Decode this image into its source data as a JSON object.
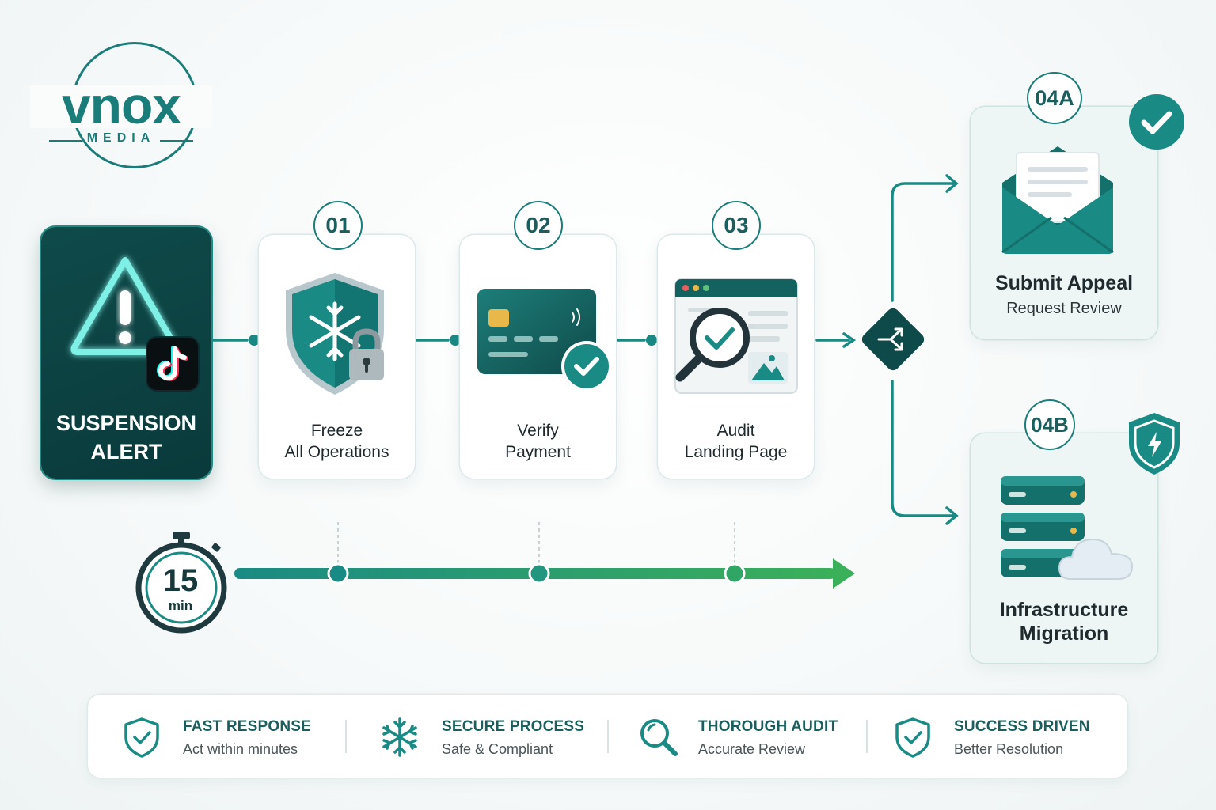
{
  "logo": {
    "name": "vnox",
    "sub": "MEDIA"
  },
  "alert": {
    "title_line1": "SUSPENSION",
    "title_line2": "ALERT"
  },
  "steps": [
    {
      "number": "01",
      "line1": "Freeze",
      "line2": "All Operations",
      "icon": "shield-snowflake-lock-icon"
    },
    {
      "number": "02",
      "line1": "Verify",
      "line2": "Payment",
      "icon": "credit-card-check-icon"
    },
    {
      "number": "03",
      "line1": "Audit",
      "line2": "Landing Page",
      "icon": "browser-magnifier-icon"
    }
  ],
  "outcomes": [
    {
      "number": "04A",
      "title": "Submit Appeal",
      "subtitle": "Request Review",
      "icon": "envelope-letter-icon"
    },
    {
      "number": "04B",
      "title_line1": "Infrastructure",
      "title_line2": "Migration",
      "icon": "server-cloud-icon"
    }
  ],
  "timer": {
    "value": "15",
    "unit": "min"
  },
  "features": [
    {
      "title": "FAST RESPONSE",
      "subtitle": "Act within minutes",
      "icon": "shield-check-icon"
    },
    {
      "title": "SECURE PROCESS",
      "subtitle": "Safe & Compliant",
      "icon": "snowflake-icon"
    },
    {
      "title": "THOROUGH AUDIT",
      "subtitle": "Accurate Review",
      "icon": "magnifier-icon"
    },
    {
      "title": "SUCCESS DRIVEN",
      "subtitle": "Better Resolution",
      "icon": "shield-check-icon"
    }
  ],
  "colors": {
    "teal_dark": "#0f4a4a",
    "teal": "#1a7d79",
    "teal_light": "#2aa19a",
    "green": "#3bb05a",
    "alert_glow": "#7ff0e6"
  }
}
